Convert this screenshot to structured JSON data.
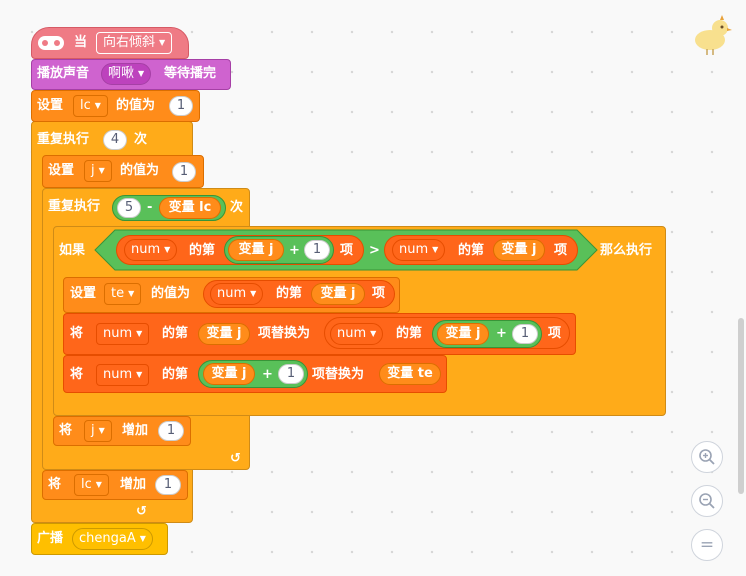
{
  "hat": {
    "when": "当",
    "option": "向右倾斜"
  },
  "sound": {
    "prefix": "播放声音",
    "option": "啊啾",
    "suffix": "等待播完"
  },
  "set_lc": {
    "prefix": "设置",
    "var": "lc",
    "mid": "的值为",
    "value": "1"
  },
  "repeat_outer": {
    "prefix": "重复执行",
    "value": "4",
    "suffix": "次"
  },
  "set_j": {
    "prefix": "设置",
    "var": "j",
    "mid": "的值为",
    "value": "1"
  },
  "repeat_inner": {
    "prefix": "重复执行",
    "left": "5",
    "op": "-",
    "var": "变量 lc",
    "suffix": "次"
  },
  "if_block": {
    "prefix": "如果",
    "then": "那么执行",
    "left_list": "num",
    "left_of": "的第",
    "left_var": "变量 j",
    "plus": "+",
    "left_one": "1",
    "left_item": "项",
    "gt": ">",
    "right_list": "num",
    "right_of": "的第",
    "right_var": "变量 j",
    "right_item": "项"
  },
  "set_te": {
    "prefix": "设置",
    "var": "te",
    "mid": "的值为",
    "list": "num",
    "of": "的第",
    "idx": "变量 j",
    "item": "项"
  },
  "replace1": {
    "prefix": "将",
    "list": "num",
    "of": "的第",
    "idx": "变量 j",
    "item": "项替换为",
    "list2": "num",
    "of2": "的第",
    "idx2": "变量 j",
    "plus": "+",
    "one": "1",
    "item2": "项"
  },
  "replace2": {
    "prefix": "将",
    "list": "num",
    "of": "的第",
    "idx": "变量 j",
    "plus": "+",
    "one": "1",
    "item": "项替换为",
    "value": "变量 te"
  },
  "change_j": {
    "prefix": "将",
    "var": "j",
    "mid": "增加",
    "value": "1"
  },
  "change_lc": {
    "prefix": "将",
    "var": "lc",
    "mid": "增加",
    "value": "1"
  },
  "broadcast": {
    "prefix": "广播",
    "option": "chengaA"
  },
  "loop_arrow": "↺",
  "zoom": {
    "in": "+",
    "out": "−",
    "reset": "="
  },
  "colors": {
    "control": "#ffab19",
    "variables": "#ff8c1a",
    "lists": "#ff661a",
    "operators": "#59c059",
    "events": "#ffbf00",
    "sound": "#cf63cf",
    "hardware": "#ef7b85"
  }
}
